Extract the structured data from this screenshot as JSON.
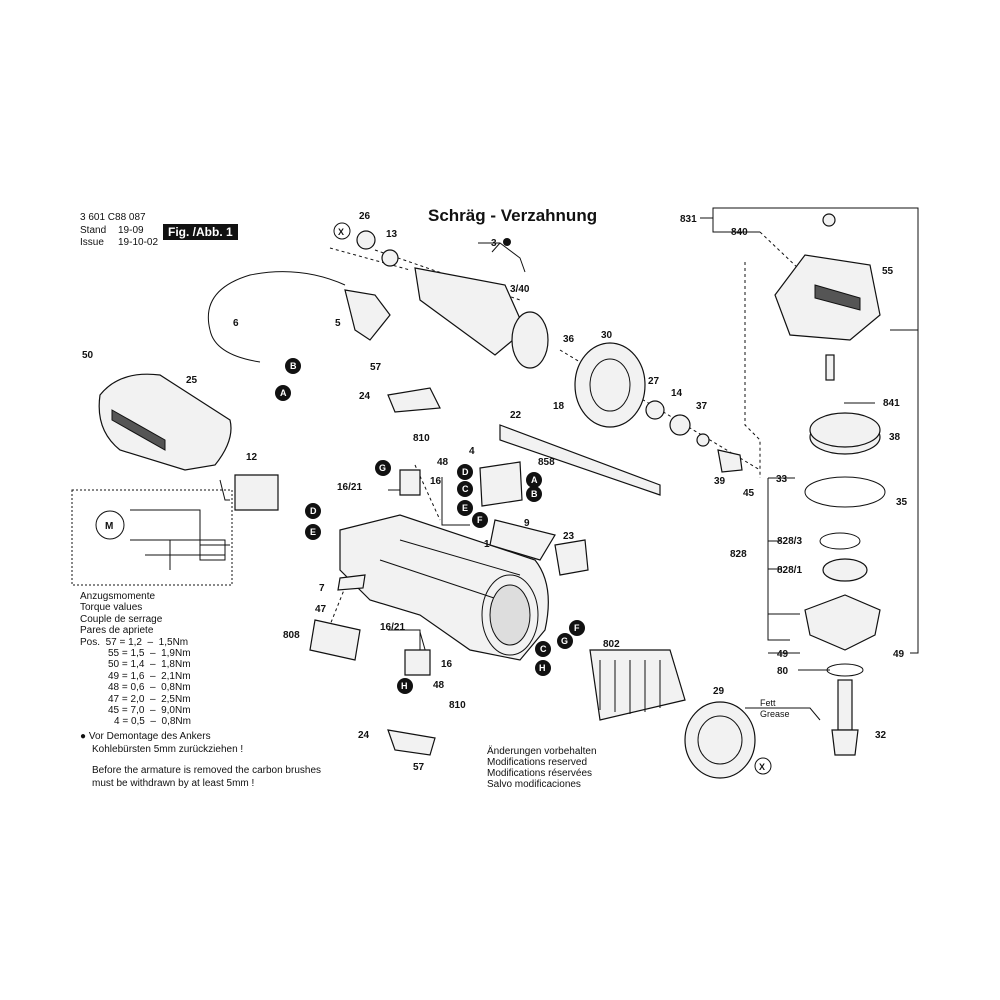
{
  "header": {
    "doc_number": "3 601 C88 087",
    "stand_label": "Stand",
    "stand_value": "19-09",
    "issue_label": "Issue",
    "issue_value": "19-10-02",
    "fig_label": "Fig. /Abb. 1"
  },
  "title": "Schräg - Verzahnung",
  "parts": [
    "26",
    "13",
    "3",
    "3/40",
    "36",
    "30",
    "27",
    "14",
    "37",
    "39",
    "45",
    "831",
    "840",
    "55",
    "841",
    "38",
    "33",
    "35",
    "828",
    "828/3",
    "828/1",
    "49",
    "80",
    "32",
    "6",
    "5",
    "50",
    "25",
    "57",
    "24",
    "810",
    "48",
    "16/21",
    "16",
    "4",
    "858",
    "22",
    "18",
    "1",
    "9",
    "23",
    "12",
    "7",
    "47",
    "808",
    "802",
    "29"
  ],
  "circle_labels": [
    "X",
    "A",
    "B",
    "C",
    "D",
    "E",
    "F",
    "G",
    "H"
  ],
  "fett_grease": [
    "Fett",
    "Grease"
  ],
  "torque": {
    "heading_lines": [
      "Anzugsmomente",
      "Torque values",
      "Couple de serrage",
      "Pares de apriete"
    ],
    "rows": [
      "Pos.  57 = 1,2  –  1,5Nm",
      "55 = 1,5  –  1,9Nm",
      "50 = 1,4  –  1,8Nm",
      "49 = 1,6  –  2,1Nm",
      "48 = 0,6  –  0,8Nm",
      "47 = 2,0  –  2,5Nm",
      "45 = 7,0  –  9,0Nm",
      "4 = 0,5  –  0,8Nm"
    ]
  },
  "notes": {
    "de_line1": "Vor Demontage des Ankers",
    "de_line2": "Kohlebürsten 5mm zurückziehen !",
    "en_line1": "Before the armature is removed the carbon brushes",
    "en_line2": "must be withdrawn by at least 5mm !"
  },
  "notice_lines": [
    "Änderungen vorbehalten",
    "Modifications reserved",
    "Modifications réservées",
    "Salvo modificaciones"
  ]
}
